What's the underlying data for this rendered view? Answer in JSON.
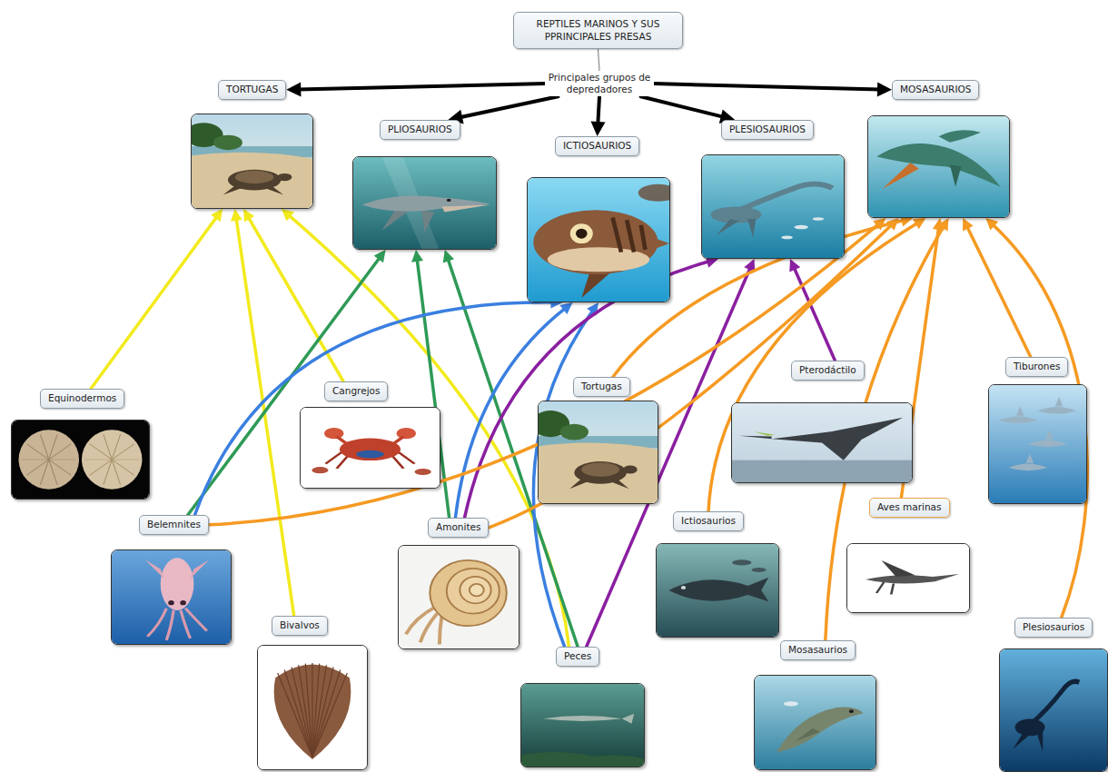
{
  "diagram": {
    "nodes": [
      {
        "text": [
          "REPTILES MARINOS Y SUS PPRINCIPALES PRESAS"
        ]
      },
      {
        "text": [
          "Principales grupos de depredadores"
        ]
      },
      {
        "text": [
          "TORTUGAS"
        ]
      },
      {
        "text": [
          "PLIOSAURIOS"
        ]
      },
      {
        "text": [
          "ICTIOSAURIOS"
        ]
      },
      {
        "text": [
          "PLESIOSAURIOS"
        ]
      },
      {
        "text": [
          "MOSASAURIOS"
        ]
      },
      {
        "text": [
          "Equinodermos"
        ]
      },
      {
        "text": [
          "Cangrejos"
        ]
      },
      {
        "text": [
          "Tortugas"
        ]
      },
      {
        "text": [
          "Pterodáctilo"
        ]
      },
      {
        "text": [
          "Tiburones"
        ]
      },
      {
        "text": [
          "Belemnites"
        ]
      },
      {
        "text": [
          "Amonites"
        ]
      },
      {
        "text": [
          "Ictiosaurios"
        ]
      },
      {
        "text": [
          "Aves marinas"
        ]
      },
      {
        "text": [
          "Bivalvos"
        ]
      },
      {
        "text": [
          "Peces"
        ]
      },
      {
        "text": [
          "Mosasaurios"
        ]
      },
      {
        "text": [
          "Plesiosaurios"
        ]
      }
    ],
    "edges": [
      {
        "from": 0,
        "to": 1,
        "arrow": "none"
      },
      {
        "from": 1,
        "to": 2,
        "arrow": "to"
      },
      {
        "from": 1,
        "to": 3,
        "arrow": "to"
      },
      {
        "from": 1,
        "to": 4,
        "arrow": "to"
      },
      {
        "from": 1,
        "to": 5,
        "arrow": "to"
      },
      {
        "from": 1,
        "to": 6,
        "arrow": "to"
      },
      {
        "from": 7,
        "to": 2,
        "arrow": "to"
      },
      {
        "from": 16,
        "to": 2,
        "arrow": "to"
      },
      {
        "from": 8,
        "to": 2,
        "arrow": "to"
      },
      {
        "from": 17,
        "to": 2,
        "arrow": "to"
      },
      {
        "from": 12,
        "to": 3,
        "arrow": "to"
      },
      {
        "from": 13,
        "to": 3,
        "arrow": "to"
      },
      {
        "from": 17,
        "to": 3,
        "arrow": "to"
      },
      {
        "from": 12,
        "to": 4,
        "arrow": "to"
      },
      {
        "from": 13,
        "to": 4,
        "arrow": "to"
      },
      {
        "from": 17,
        "to": 4,
        "arrow": "to"
      },
      {
        "from": 13,
        "to": 5,
        "arrow": "to"
      },
      {
        "from": 17,
        "to": 5,
        "arrow": "to"
      },
      {
        "from": 10,
        "to": 5,
        "arrow": "to"
      },
      {
        "from": 12,
        "to": 6,
        "arrow": "to"
      },
      {
        "from": 13,
        "to": 6,
        "arrow": "to"
      },
      {
        "from": 9,
        "to": 6,
        "arrow": "to"
      },
      {
        "from": 14,
        "to": 6,
        "arrow": "to"
      },
      {
        "from": 15,
        "to": 6,
        "arrow": "to"
      },
      {
        "from": 18,
        "to": 6,
        "arrow": "to"
      },
      {
        "from": 11,
        "to": 6,
        "arrow": "to"
      },
      {
        "from": 19,
        "to": 6,
        "arrow": "to"
      }
    ]
  }
}
